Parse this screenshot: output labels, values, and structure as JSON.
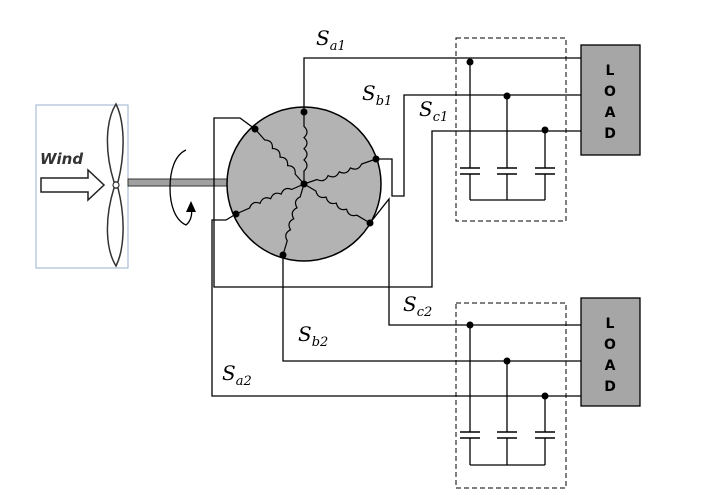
{
  "wind_label": "Wind",
  "terminals": {
    "sa1": {
      "main": "S",
      "sub": "a1"
    },
    "sb1": {
      "main": "S",
      "sub": "b1"
    },
    "sc1": {
      "main": "S",
      "sub": "c1"
    },
    "sc2": {
      "main": "S",
      "sub": "c2"
    },
    "sb2": {
      "main": "S",
      "sub": "b2"
    },
    "sa2": {
      "main": "S",
      "sub": "a2"
    }
  },
  "load_top": {
    "letters": [
      "L",
      "O",
      "A",
      "D"
    ]
  },
  "load_bottom": {
    "letters": [
      "L",
      "O",
      "A",
      "D"
    ]
  },
  "colors": {
    "generator": "#b3b3b3",
    "load": "#a6a6a6",
    "wind_panel_border": "#9bb0cc",
    "wire": "#000000"
  }
}
